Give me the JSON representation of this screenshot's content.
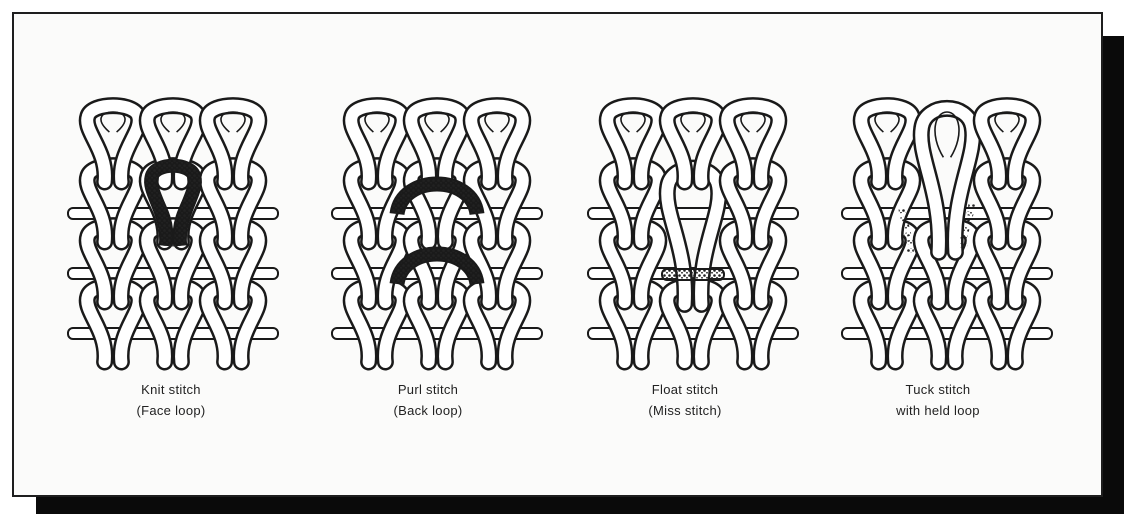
{
  "figure": {
    "panels": [
      {
        "key": "knit",
        "line1": "Knit stitch",
        "line2": "(Face loop)",
        "highlight": "knit"
      },
      {
        "key": "purl",
        "line1": "Purl stitch",
        "line2": "(Back loop)",
        "highlight": "purl"
      },
      {
        "key": "float",
        "line1": "Float stitch",
        "line2": "(Miss stitch)",
        "highlight": "float"
      },
      {
        "key": "tuck",
        "line1": "Tuck stitch",
        "line2": "with held loop",
        "highlight": "tuck"
      }
    ],
    "colors": {
      "stroke": "#1a1a1a",
      "yarn_fill": "#ffffff",
      "hatch": "#222222"
    }
  }
}
